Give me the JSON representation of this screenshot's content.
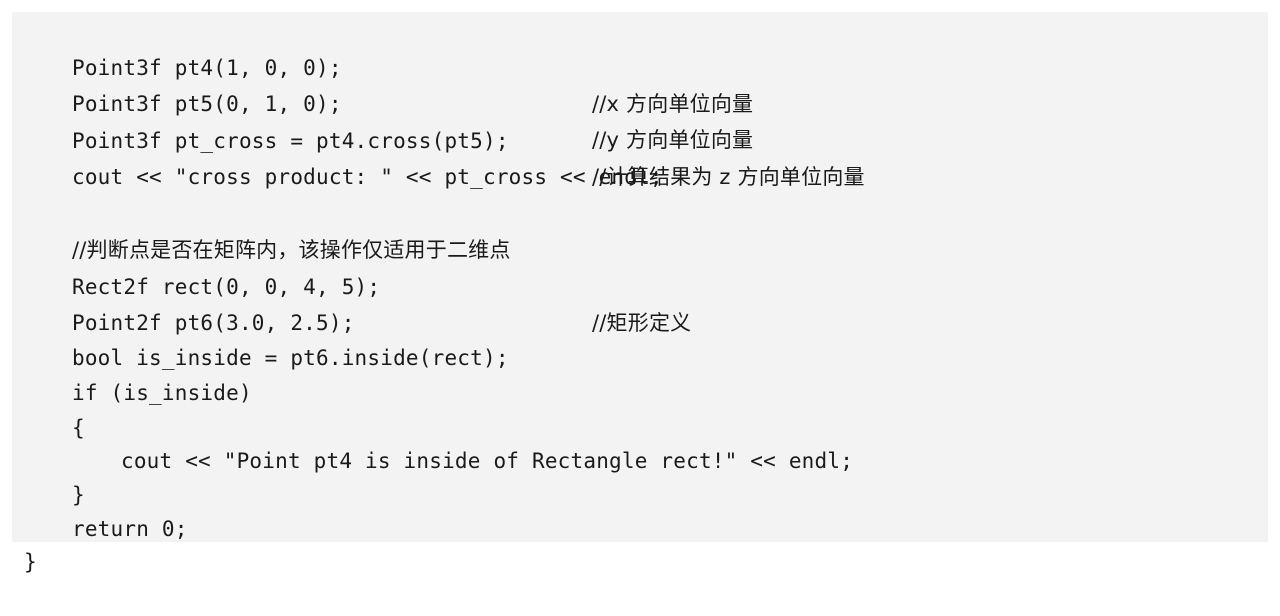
{
  "code": {
    "lines": [
      {
        "text": "Point3f pt4(1, 0, 0);",
        "comment": "//x 方向单位向量"
      },
      {
        "text": "Point3f pt5(0, 1, 0);",
        "comment": "//y 方向单位向量"
      },
      {
        "text": "Point3f pt_cross = pt4.cross(pt5);",
        "comment": "//计算结果为 z 方向单位向量"
      },
      {
        "text": "cout << \"cross product: \" << pt_cross << endl;",
        "comment": ""
      },
      {
        "text": "",
        "comment": ""
      },
      {
        "text": "",
        "comment": "//判断点是否在矩阵内，该操作仅适用于二维点"
      },
      {
        "text": "Rect2f rect(0, 0, 4, 5);",
        "comment": "//矩形定义"
      },
      {
        "text": "Point2f pt6(3.0, 2.5);",
        "comment": ""
      },
      {
        "text": "bool is_inside = pt6.inside(rect);",
        "comment": ""
      },
      {
        "text": "if (is_inside)",
        "comment": ""
      },
      {
        "text": "{",
        "comment": ""
      },
      {
        "text": "cout << \"Point pt4 is inside of Rectangle rect!\" << endl;",
        "comment": ""
      },
      {
        "text": "}",
        "comment": ""
      },
      {
        "text": "return 0;",
        "comment": ""
      },
      {
        "text": "}",
        "comment": ""
      }
    ]
  }
}
